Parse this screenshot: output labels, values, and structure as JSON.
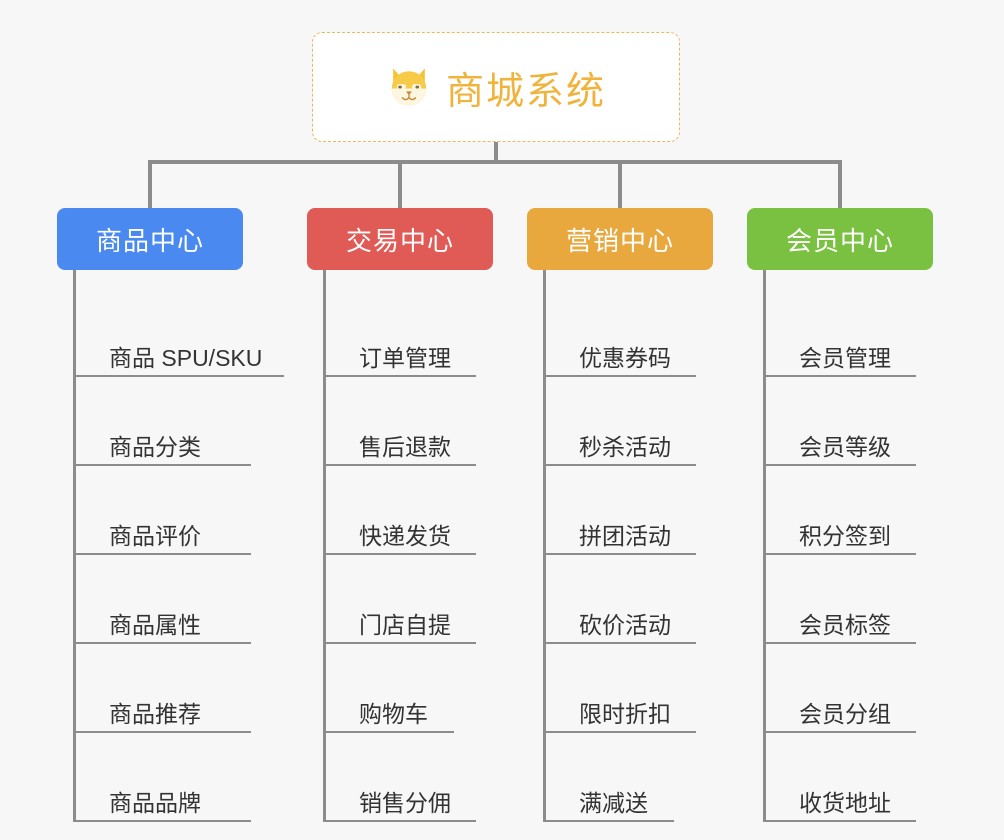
{
  "page": {
    "background_color": "#f7f7f7",
    "line_color": "#8c8c8c",
    "leaf_text_color": "#333333"
  },
  "root": {
    "title": "商城系统",
    "icon": "dog-face-icon",
    "text_color": "#f0b43c",
    "border_color": "#eab85a",
    "background_color": "#ffffff"
  },
  "branches": [
    {
      "label": "商品中心",
      "color": "#4a89f0",
      "leaves": [
        {
          "label": "商品 SPU/SKU",
          "wide": true
        },
        {
          "label": "商品分类"
        },
        {
          "label": "商品评价"
        },
        {
          "label": "商品属性"
        },
        {
          "label": "商品推荐"
        },
        {
          "label": "商品品牌"
        }
      ]
    },
    {
      "label": "交易中心",
      "color": "#e05a56",
      "leaves": [
        {
          "label": "订单管理"
        },
        {
          "label": "售后退款"
        },
        {
          "label": "快递发货"
        },
        {
          "label": "门店自提"
        },
        {
          "label": "购物车",
          "narrow": true
        },
        {
          "label": "销售分佣"
        }
      ]
    },
    {
      "label": "营销中心",
      "color": "#e8a83e",
      "leaves": [
        {
          "label": "优惠券码"
        },
        {
          "label": "秒杀活动"
        },
        {
          "label": "拼团活动"
        },
        {
          "label": "砍价活动"
        },
        {
          "label": "限时折扣"
        },
        {
          "label": "满减送",
          "narrow": true
        }
      ]
    },
    {
      "label": "会员中心",
      "color": "#7ac142",
      "leaves": [
        {
          "label": "会员管理"
        },
        {
          "label": "会员等级"
        },
        {
          "label": "积分签到"
        },
        {
          "label": "会员标签"
        },
        {
          "label": "会员分组"
        },
        {
          "label": "收货地址"
        }
      ]
    }
  ]
}
